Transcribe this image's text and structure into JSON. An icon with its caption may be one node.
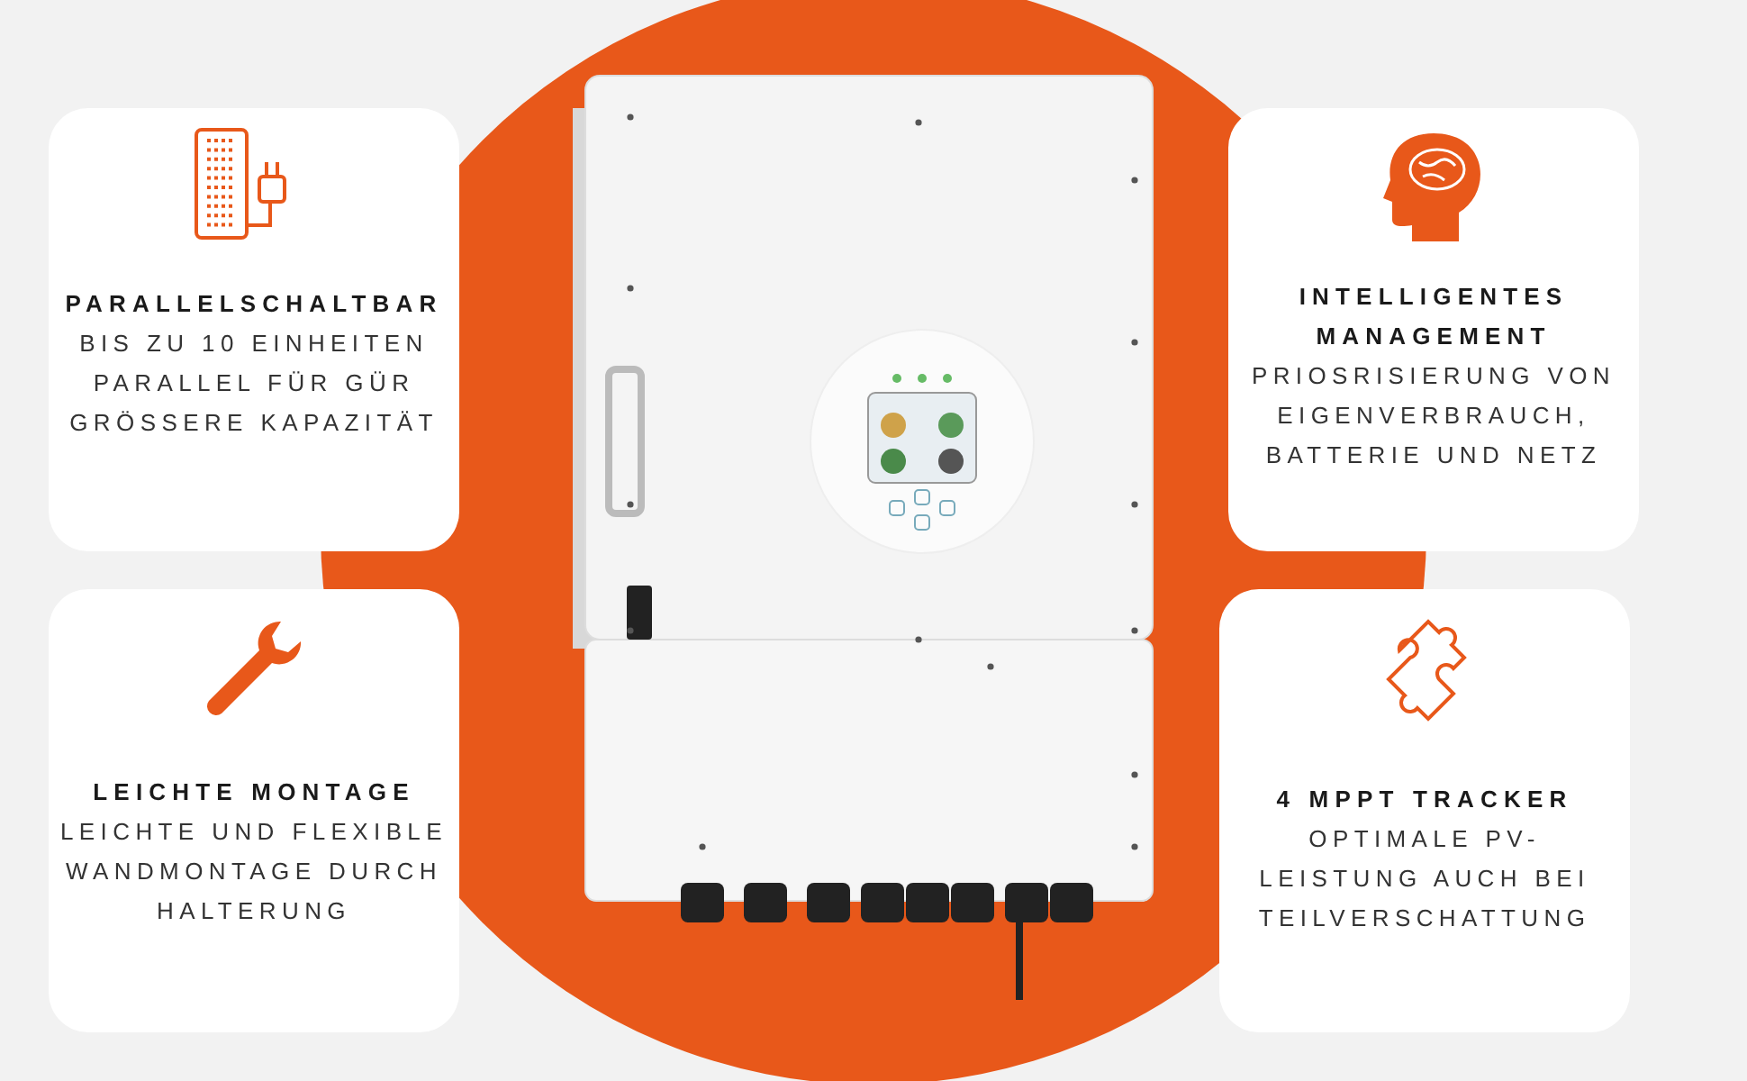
{
  "diagram": {
    "nodes": [
      {
        "text": [
          "PARALLELSCHALTBAR",
          "BIS ZU 10 EINHEITEN PARALLEL FÜR GÜR GRÖSSERE KAPAZITÄT"
        ]
      },
      {
        "text": [
          "LEICHTE MONTAGE",
          "LEICHTE UND FLEXIBLE WANDMONTAGE DURCH HALTERUNG"
        ]
      },
      {
        "text": [
          "INTELLIGENTES MANAGEMENT",
          "PRIOSRISIERUNG VON EIGENVERBRAUCH, BATTERIE UND NETZ"
        ]
      },
      {
        "text": [
          "4 MPPT TRACKER",
          "OPTIMALE PV-LEISTUNG AUCH BEI TEILVERSCHATTUNG"
        ]
      }
    ]
  }
}
